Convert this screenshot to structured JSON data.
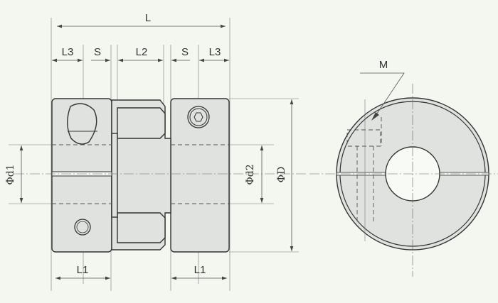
{
  "drawing": {
    "title": "Jaw coupling with clamp hubs - dimension drawing",
    "labels": {
      "L": "L",
      "L3_left": "L3",
      "S_left": "S",
      "L2": "L2",
      "S_right": "S",
      "L3_right": "L3",
      "phi_d1": "Φd1",
      "phi_d2": "Φd2",
      "phi_D": "ΦD",
      "L1_left": "L1",
      "L1_right": "L1",
      "M": "M"
    },
    "colors": {
      "line": "#333333",
      "fill": "#e0e2df",
      "background": "#f4f6f0"
    }
  }
}
